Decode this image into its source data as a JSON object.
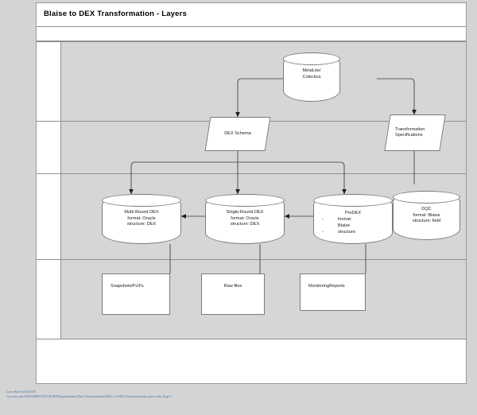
{
  "page": {
    "title": "Blaise to DEX Transformation - Layers"
  },
  "diagram": {
    "type": "swimlane-flowchart",
    "source_node": {
      "name": "metalite-colectica",
      "shape": "cylinder",
      "lines": [
        "MetaLite/",
        "Colectica"
      ]
    },
    "spec_nodes": [
      {
        "name": "dex-schema",
        "shape": "parallelogram",
        "lines": [
          "DEX Schema"
        ],
        "align": "center"
      },
      {
        "name": "transformation-specifications",
        "shape": "parallelogram",
        "lines": [
          "Transformation",
          "Specifications"
        ],
        "align": "left"
      }
    ],
    "data_stores": [
      {
        "name": "multi-round-dex",
        "shape": "cylinder",
        "lines": [
          "Multi-Round DEX",
          "format: Oracle",
          "structure: DEX"
        ]
      },
      {
        "name": "single-round-dex",
        "shape": "cylinder",
        "lines": [
          "Single-Round DEX",
          "format: Oracle",
          "structure: DEX"
        ]
      },
      {
        "name": "predex",
        "shape": "cylinder",
        "header": "PreDEX",
        "bullets": [
          {
            "marker": "-",
            "text": "format:",
            "continuation": "Blaise"
          },
          {
            "marker": "-",
            "text": "structure:"
          }
        ]
      },
      {
        "name": "dqc",
        "shape": "cylinder",
        "lines": [
          "DQC",
          "format: Blaise",
          "structure: field"
        ]
      }
    ],
    "outputs": [
      {
        "name": "snapshots-fufs",
        "shape": "rectangle",
        "label": "Snapshots/FUFs"
      },
      {
        "name": "raw-files",
        "shape": "rectangle",
        "label": "Raw files"
      },
      {
        "name": "monitoring-reports",
        "shape": "rectangle",
        "label": "MonitoringReports"
      }
    ],
    "lanes": [
      {
        "name": "lane-source",
        "label": ""
      },
      {
        "name": "lane-specifications",
        "label": ""
      },
      {
        "name": "lane-data-stores",
        "label": ""
      },
      {
        "name": "lane-outputs",
        "label": ""
      }
    ]
  },
  "footer": {
    "line1": "Last edited  4/24/2018",
    "line2": "\\\\westat.com\\DFS\\MDPS\\TOI-UP\\RP\\Requirements\\Data Transformation\\DQC to DEX\\TransformationLayers.vsdx  Page 1"
  },
  "colors": {
    "canvas": "#d4d4d4",
    "lane_body": "#d6d6d6",
    "shape_fill": "#ffffff",
    "shape_stroke": "#7b7b7b",
    "grid_line": "#8f8f8f",
    "footer_text": "#4472a8"
  }
}
